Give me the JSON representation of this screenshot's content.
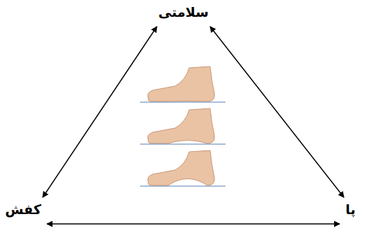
{
  "diagram": {
    "nodes": [
      {
        "text": [
          "سلامتی"
        ]
      },
      {
        "text": [
          "کفش"
        ]
      },
      {
        "text": [
          "پا"
        ]
      }
    ],
    "edges": [
      {
        "from": 0,
        "to": 1,
        "arrow": "both"
      },
      {
        "from": 0,
        "to": 2,
        "arrow": "both"
      },
      {
        "from": 1,
        "to": 2,
        "arrow": "both"
      }
    ]
  }
}
